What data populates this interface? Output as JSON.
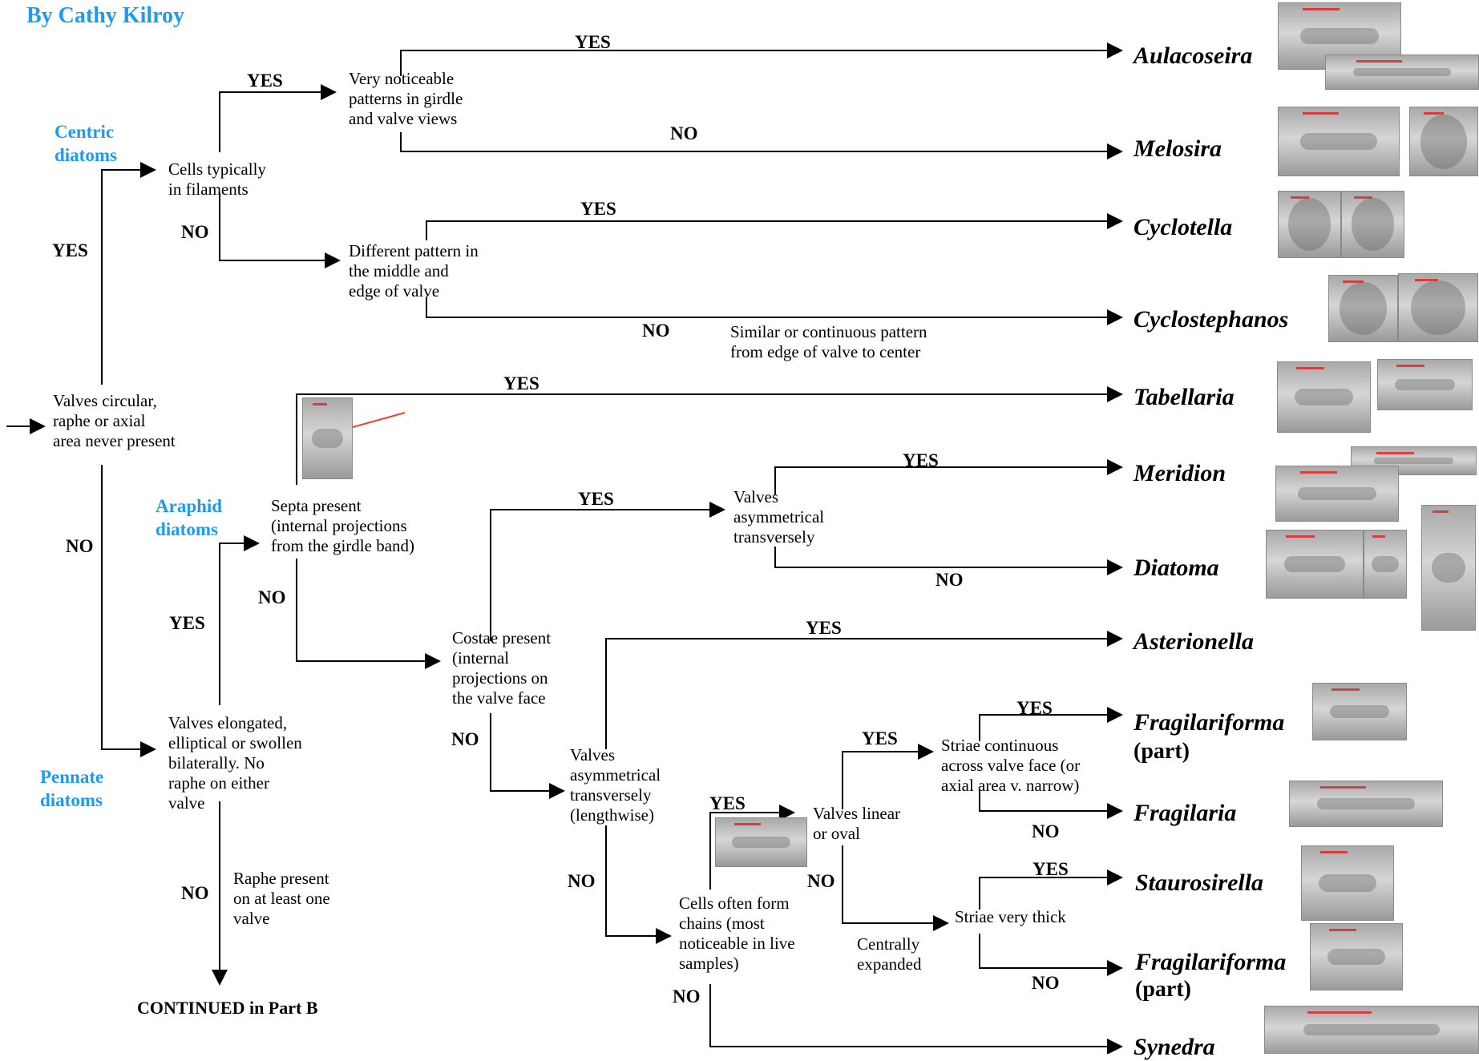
{
  "author": "By Cathy Kilroy",
  "categories": {
    "centric": "Centric\ndiatoms",
    "araphid": "Araphid\ndiatoms",
    "pennate": "Pennate\ndiatoms"
  },
  "questions": {
    "valves_circular": "Valves circular,\nraphe or axial\narea never present",
    "cells_filaments": "Cells typically\nin filaments",
    "noticeable_patterns": "Very noticeable\npatterns in girdle\nand valve views",
    "different_pattern": "Different pattern in\nthe middle and\nedge of valve",
    "similar_pattern": "Similar or continuous pattern\nfrom edge of valve to center",
    "septa_present": "Septa present\n(internal projections\nfrom the girdle band)",
    "valves_asym_1": "Valves\nasymmetrical\ntransversely",
    "costae_present": "Costae present\n(internal\nprojections on\nthe valve face",
    "valves_asym_2": "Valves\nasymmetrical\ntransversely\n(lengthwise)",
    "valves_elongated": "Valves elongated,\nelliptical or swollen\nbilaterally. No\nraphe on either\nvalve",
    "raphe_present": "Raphe present\non at least one\nvalve",
    "striae_continuous": "Striae continuous\nacross valve face (or\naxial area v. narrow)",
    "valves_linear": "Valves linear\nor oval",
    "cells_chains": "Cells often form\nchains (most\nnoticeable in live\nsamples)",
    "striae_thick": "Striae very thick",
    "centrally_expanded": "Centrally\nexpanded"
  },
  "answers": {
    "yes": "YES",
    "no": "NO"
  },
  "genera": {
    "aulacoseira": "Aulacoseira",
    "melosira": "Melosira",
    "cyclotella": "Cyclotella",
    "cyclostephanos": "Cyclostephanos",
    "tabellaria": "Tabellaria",
    "meridion": "Meridion",
    "diatoma": "Diatoma",
    "asterionella": "Asterionella",
    "fragilariforma_1": "Fragilariforma",
    "part_1": "(part)",
    "fragilaria": "Fragilaria",
    "staurosirella": "Staurosirella",
    "fragilariforma_2": "Fragilariforma",
    "part_2": "(part)",
    "synedra": "Synedra"
  },
  "continued": "CONTINUED in Part B",
  "colors": {
    "category": "#1E9BF0",
    "pointer_arrow": "#E8472C"
  }
}
